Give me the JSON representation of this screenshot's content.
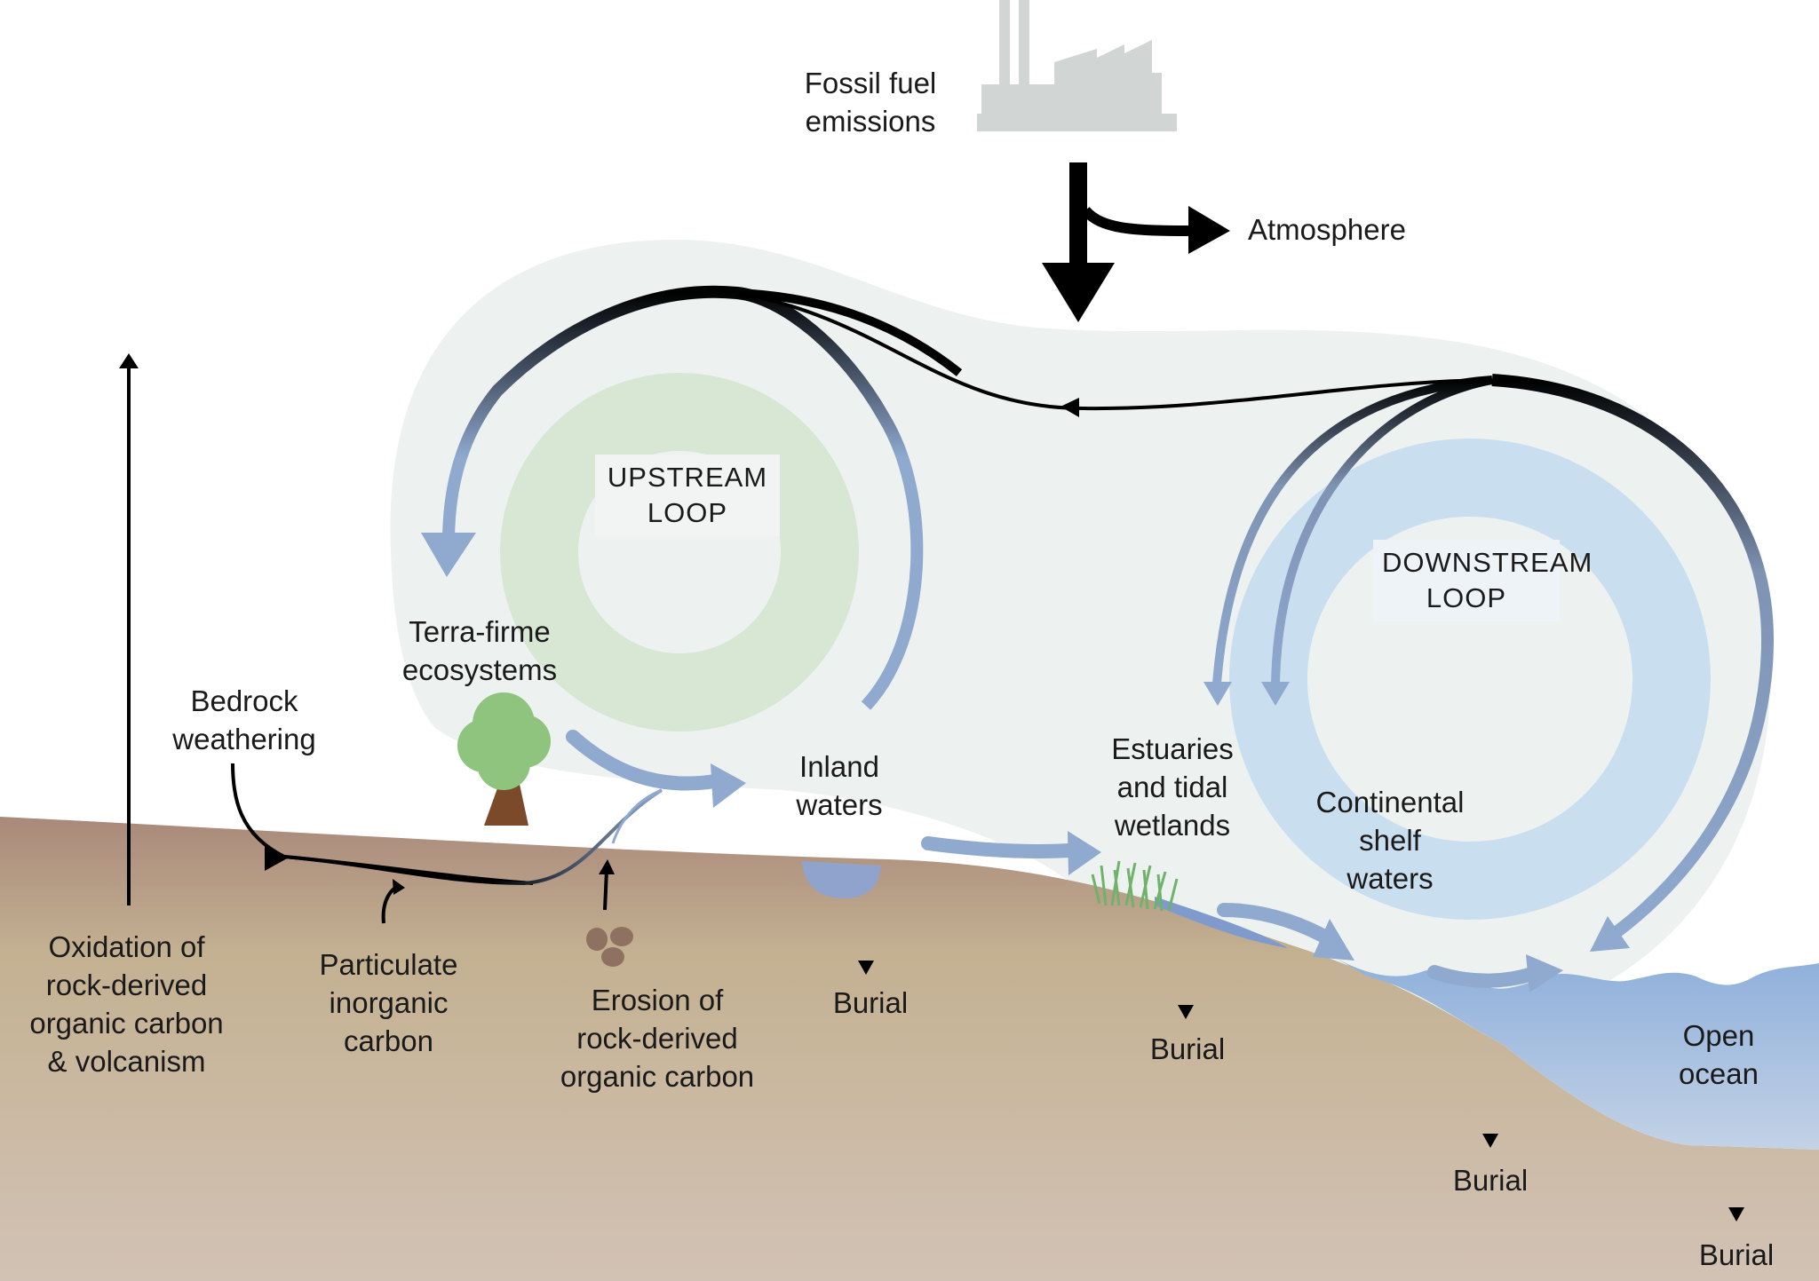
{
  "labels": {
    "fossil_fuel": [
      "Fossil fuel",
      "emissions"
    ],
    "atmosphere": "Atmosphere",
    "upstream_loop": [
      "UPSTREAM",
      "LOOP"
    ],
    "downstream_loop": [
      "DOWNSTREAM",
      "LOOP"
    ],
    "terra_firme": [
      "Terra-firme",
      "ecosystems"
    ],
    "bedrock": [
      "Bedrock",
      "weathering"
    ],
    "inland_waters": [
      "Inland",
      "waters"
    ],
    "estuaries": [
      "Estuaries",
      "and tidal",
      "wetlands"
    ],
    "continental_shelf": [
      "Continental",
      "shelf",
      "waters"
    ],
    "open_ocean": [
      "Open",
      "ocean"
    ],
    "oxidation": [
      "Oxidation of",
      "rock-derived",
      "organic carbon",
      "& volcanism"
    ],
    "particulate": [
      "Particulate",
      "inorganic",
      "carbon"
    ],
    "erosion": [
      "Erosion of",
      "rock-derived",
      "organic carbon"
    ],
    "burial": "Burial"
  },
  "colors": {
    "soil_top": "#a9897a",
    "soil_mid": "#c4b192",
    "soil_bottom": "#d2c2b5",
    "upstream_ring": "#d8e6d4",
    "downstream_ring": "#c9dff0",
    "halo": "#edf2f1",
    "flow_arrow": "#8fa9cf",
    "ocean": "#adc3e0",
    "factory": "#d1d5d4",
    "dark_arrow": "#000000"
  },
  "icons": [
    "factory-icon",
    "tree-icon",
    "grass-icon",
    "rock-icon"
  ]
}
